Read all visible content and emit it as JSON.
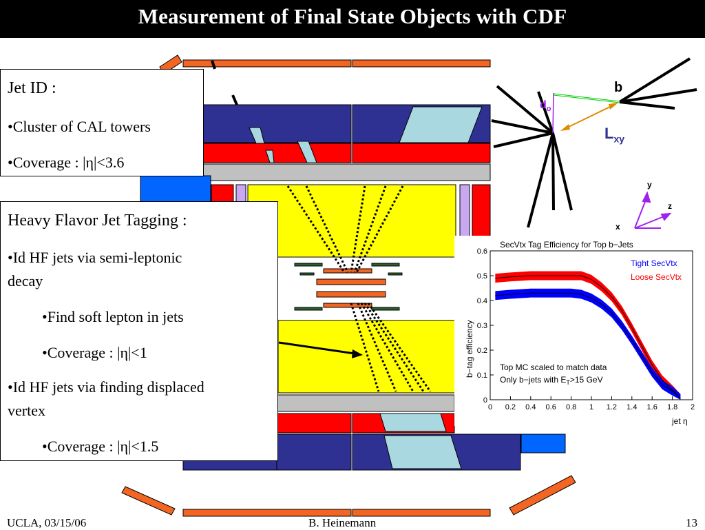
{
  "title": "Measurement of Final State Objects with CDF",
  "jet_id": {
    "heading": "Jet ID :",
    "line1": "•Cluster of CAL towers",
    "line2_prefix": "•Coverage : |",
    "line2_eta": "η",
    "line2_suffix": "|<3.6"
  },
  "hf_tagging": {
    "heading": "Heavy Flavor Jet Tagging :",
    "line1a": "•Id HF jets via semi-leptonic",
    "line1b": "decay",
    "line2": "•Find soft lepton in jets",
    "line3_prefix": "•Coverage : |",
    "line3_eta": "η",
    "line3_suffix": "|<1",
    "line4a": "•Id HF jets via finding displaced",
    "line4b": "vertex",
    "line5_prefix": "•Coverage : |",
    "line5_eta": "η",
    "line5_suffix": "|<1.5"
  },
  "vertex_diagram": {
    "b_label": "b",
    "d0_main": "d",
    "d0_sub": "o",
    "lxy_main": "L",
    "lxy_sub": "xy",
    "axis_y": "y",
    "axis_z": "z",
    "axis_x": "x"
  },
  "chart_data": {
    "type": "line",
    "title": "SecVtx Tag Efficiency for Top b−Jets",
    "xlabel": "jet η",
    "ylabel": "b−tag efficiency",
    "xlim": [
      0,
      2
    ],
    "ylim": [
      0,
      0.6
    ],
    "x_ticks": [
      "0",
      "0.2",
      "0.4",
      "0.6",
      "0.8",
      "1",
      "1.2",
      "1.4",
      "1.6",
      "1.8",
      "2"
    ],
    "y_ticks": [
      "0",
      "0.1",
      "0.2",
      "0.3",
      "0.4",
      "0.5",
      "0.6"
    ],
    "series": [
      {
        "name": "Tight SecVtx",
        "color": "#0000ff",
        "x": [
          0.05,
          0.2,
          0.4,
          0.6,
          0.8,
          0.9,
          1.0,
          1.1,
          1.2,
          1.3,
          1.4,
          1.5,
          1.6,
          1.7,
          1.8,
          1.88
        ],
        "y": [
          0.42,
          0.425,
          0.43,
          0.43,
          0.43,
          0.425,
          0.41,
          0.385,
          0.35,
          0.3,
          0.24,
          0.175,
          0.11,
          0.06,
          0.035,
          0.005
        ],
        "band": 0.018
      },
      {
        "name": "Loose SecVtx",
        "color": "#ff0000",
        "x": [
          0.05,
          0.2,
          0.4,
          0.6,
          0.8,
          0.9,
          1.0,
          1.1,
          1.2,
          1.3,
          1.4,
          1.5,
          1.6,
          1.7,
          1.8,
          1.88
        ],
        "y": [
          0.49,
          0.495,
          0.5,
          0.5,
          0.5,
          0.5,
          0.485,
          0.455,
          0.415,
          0.36,
          0.29,
          0.215,
          0.14,
          0.08,
          0.04,
          0.005
        ],
        "band": 0.018
      }
    ],
    "legend": [
      "Tight SecVtx",
      "Loose SecVtx"
    ],
    "legend_position": "top-right",
    "annotation_line1": "Top MC scaled to match data",
    "annotation_line2_prefix": "Only b−jets with E",
    "annotation_line2_sub": "T",
    "annotation_line2_suffix": ">15 GeV"
  },
  "footer": {
    "left": "UCLA, 03/15/06",
    "center": "B. Heinemann",
    "right": "13"
  },
  "colors": {
    "orange": "#f26522",
    "navy": "#2e3192",
    "red": "#ff0000",
    "yellow": "#ffff00",
    "gray": "#c0c0c0",
    "lightblue": "#a9d8e0",
    "blue": "#0066ff",
    "lavender": "#c8a8f0",
    "green": "#00a000",
    "purple": "#a020f0"
  }
}
